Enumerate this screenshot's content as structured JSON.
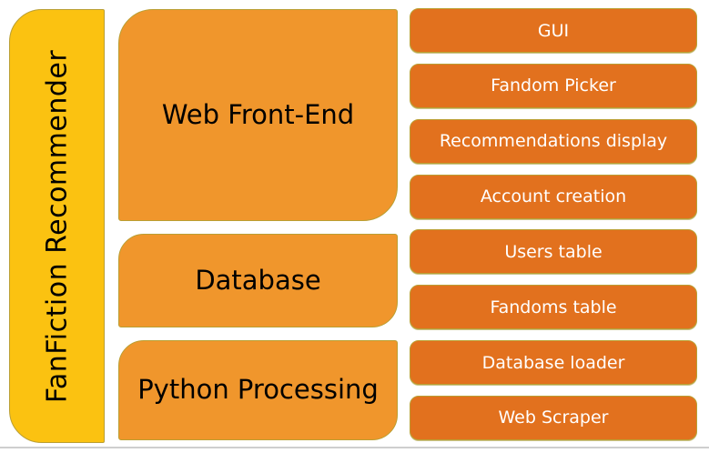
{
  "title": "FanFiction Recommender",
  "groups": [
    {
      "label": "Web Front-End",
      "children": [
        "GUI",
        "Fandom Picker",
        "Recommendations display",
        "Account creation"
      ]
    },
    {
      "label": "Database",
      "children": [
        "Users table",
        "Fandoms table"
      ]
    },
    {
      "label": "Python Processing",
      "children": [
        "Database loader",
        "Web Scraper"
      ]
    }
  ],
  "colors": {
    "title-fill": "#FBC211",
    "group-fill": "#F0962C",
    "item-fill": "#E2711E",
    "shape-outline": "#BA9F33",
    "title-text": "#000000",
    "group-text": "#000000",
    "item-text": "#FFFFFF"
  }
}
